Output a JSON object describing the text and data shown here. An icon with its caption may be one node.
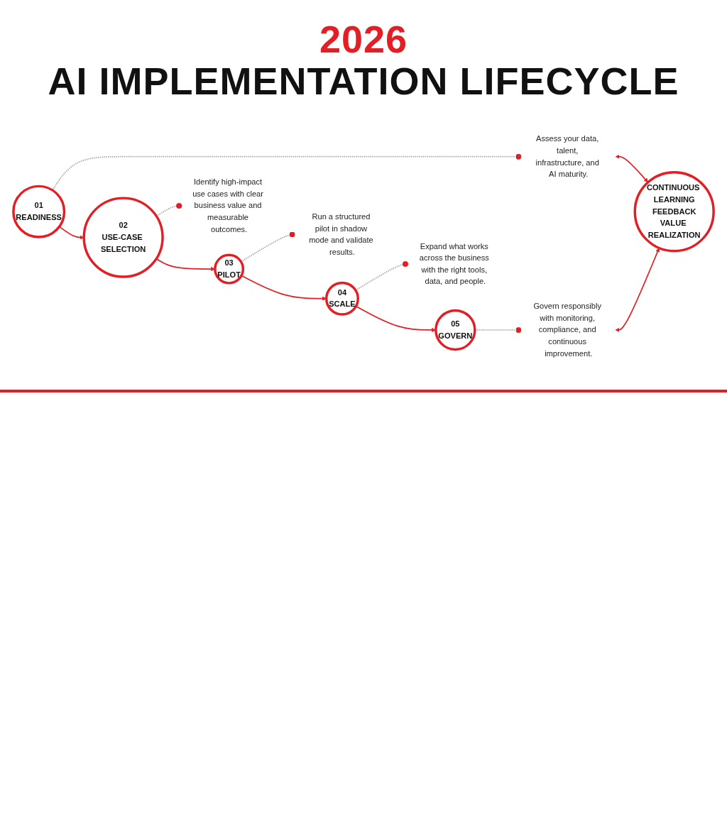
{
  "diagram": {
    "title": "2026 AI IMPLEMENTATION LIFECYCLE",
    "nodes": [
      {
        "text": [
          "01",
          "READINESS"
        ]
      },
      {
        "text": [
          "02",
          "USE-CASE SELECTION"
        ]
      },
      {
        "text": [
          "03",
          "PILOT"
        ]
      },
      {
        "text": [
          "04",
          "SCALE"
        ]
      },
      {
        "text": [
          "05",
          "GOVERN"
        ]
      },
      {
        "text": [
          "Assess your data, talent, infrastructure, and AI maturity."
        ]
      },
      {
        "text": [
          "Identify high-impact use cases with clear business value and measurable outcomes."
        ]
      },
      {
        "text": [
          "Run a structured pilot in shadow mode and validate results."
        ]
      },
      {
        "text": [
          "Expand what works across the business with the right tools, data, and people."
        ]
      },
      {
        "text": [
          "Govern responsibly with monitoring, compliance, and continuous improvement."
        ]
      },
      {
        "text": [
          "CONTINUOUS LEARNING",
          "FEEDBACK",
          "VALUE REALIZATION"
        ]
      }
    ],
    "edges": [
      {
        "from": 0,
        "to": 1,
        "arrow": "to"
      },
      {
        "from": 1,
        "to": 2,
        "arrow": "to"
      },
      {
        "from": 2,
        "to": 3,
        "arrow": "to"
      },
      {
        "from": 3,
        "to": 4,
        "arrow": "to"
      },
      {
        "from": 0,
        "to": 5,
        "arrow": "other",
        "style": "dashed",
        "color": "#9e9e9e"
      },
      {
        "from": 1,
        "to": 6,
        "arrow": "other",
        "style": "dashed",
        "color": "#9e9e9e"
      },
      {
        "from": 2,
        "to": 7,
        "arrow": "other",
        "style": "dashed",
        "color": "#9e9e9e"
      },
      {
        "from": 3,
        "to": 8,
        "arrow": "other",
        "style": "dashed",
        "color": "#9e9e9e"
      },
      {
        "from": 4,
        "to": 9,
        "arrow": "other",
        "style": "dashed",
        "color": "#9e9e9e"
      },
      {
        "from": 5,
        "to": 10,
        "arrow": "both"
      },
      {
        "from": 9,
        "to": 10,
        "arrow": "both"
      }
    ]
  }
}
